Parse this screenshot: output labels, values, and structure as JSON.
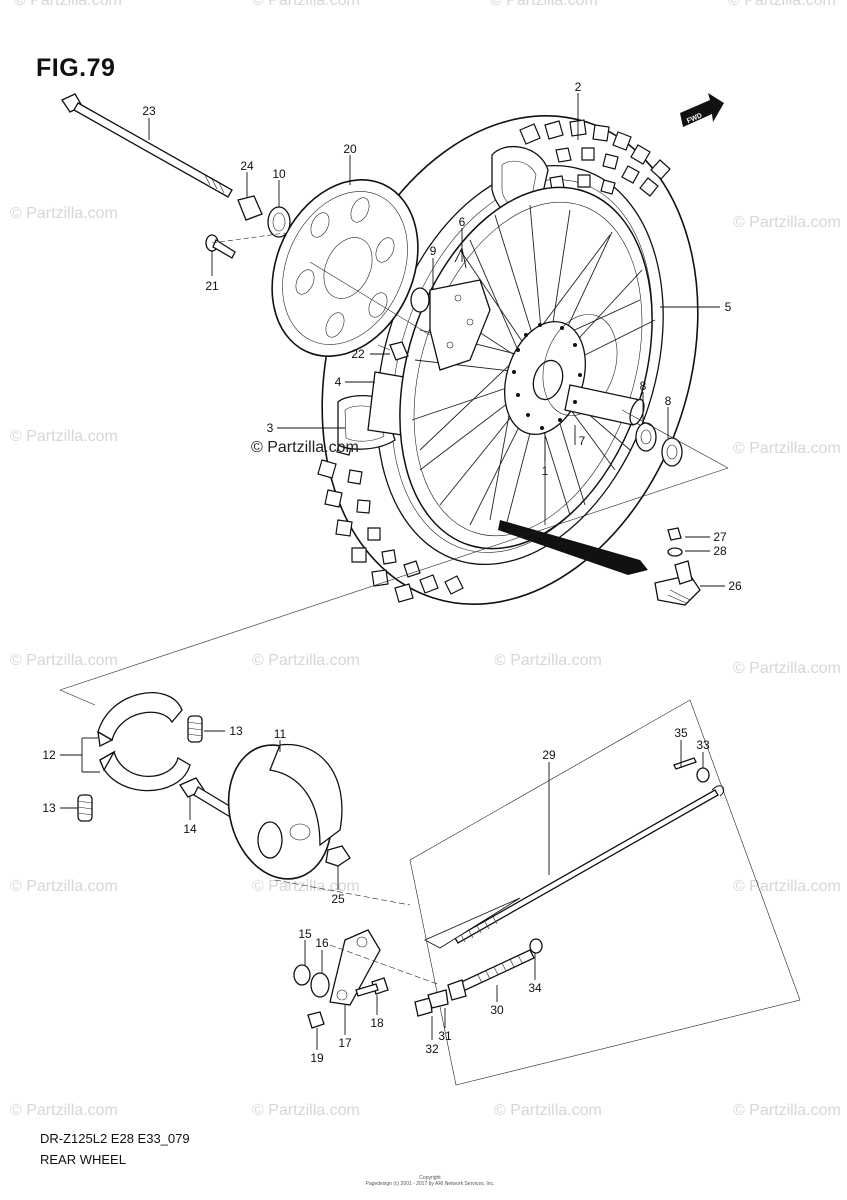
{
  "figure_title": "FIG.79",
  "model_code": "DR-Z125L2 E28 E33_079",
  "section_title": "REAR WHEEL",
  "fwd_badge": "FWD",
  "copyright_lines": [
    "Copyright",
    "Pagedesign (c) 2001 - 2017 by ARI Network Services, Inc."
  ],
  "watermark_text": "© Partzilla.com",
  "icons": [
    "copyright-icon"
  ],
  "callouts": [
    {
      "id": "callout-1",
      "number": "1"
    },
    {
      "id": "callout-2",
      "number": "2"
    },
    {
      "id": "callout-3",
      "number": "3"
    },
    {
      "id": "callout-4",
      "number": "4"
    },
    {
      "id": "callout-5",
      "number": "5"
    },
    {
      "id": "callout-6",
      "number": "6"
    },
    {
      "id": "callout-7",
      "number": "7"
    },
    {
      "id": "callout-8a",
      "number": "8"
    },
    {
      "id": "callout-8b",
      "number": "8"
    },
    {
      "id": "callout-9",
      "number": "9"
    },
    {
      "id": "callout-10",
      "number": "10"
    },
    {
      "id": "callout-11",
      "number": "11"
    },
    {
      "id": "callout-12",
      "number": "12"
    },
    {
      "id": "callout-13a",
      "number": "13"
    },
    {
      "id": "callout-13b",
      "number": "13"
    },
    {
      "id": "callout-14",
      "number": "14"
    },
    {
      "id": "callout-15",
      "number": "15"
    },
    {
      "id": "callout-16",
      "number": "16"
    },
    {
      "id": "callout-17",
      "number": "17"
    },
    {
      "id": "callout-18",
      "number": "18"
    },
    {
      "id": "callout-19",
      "number": "19"
    },
    {
      "id": "callout-20",
      "number": "20"
    },
    {
      "id": "callout-21",
      "number": "21"
    },
    {
      "id": "callout-22",
      "number": "22"
    },
    {
      "id": "callout-23",
      "number": "23"
    },
    {
      "id": "callout-24",
      "number": "24"
    },
    {
      "id": "callout-25",
      "number": "25"
    },
    {
      "id": "callout-26",
      "number": "26"
    },
    {
      "id": "callout-27",
      "number": "27"
    },
    {
      "id": "callout-28",
      "number": "28"
    },
    {
      "id": "callout-29",
      "number": "29"
    },
    {
      "id": "callout-30",
      "number": "30"
    },
    {
      "id": "callout-31",
      "number": "31"
    },
    {
      "id": "callout-32",
      "number": "32"
    },
    {
      "id": "callout-33",
      "number": "33"
    },
    {
      "id": "callout-34",
      "number": "34"
    },
    {
      "id": "callout-35",
      "number": "35"
    }
  ]
}
